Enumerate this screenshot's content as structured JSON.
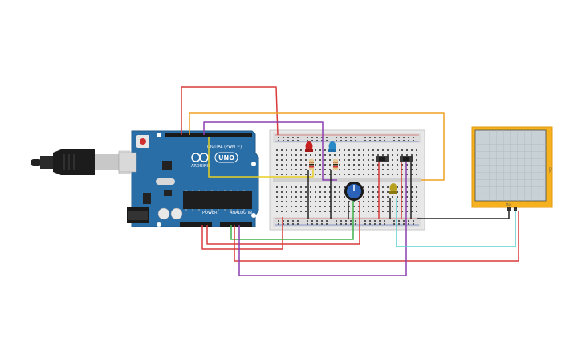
{
  "arduino": {
    "brand_label": "ARDUINO",
    "model_label": "UNO",
    "digital_label": "DIGITAL (PWM ~)",
    "power_label": "POWER",
    "analog_label": "ANALOG IN"
  },
  "oscilloscope": {
    "side_label": "Osc",
    "bottom_label": "Osc"
  },
  "colors": {
    "board": "#2a6ea8",
    "wire_red": "#d93a3a",
    "wire_orange": "#f0a020",
    "wire_purple": "#8a3fb0",
    "wire_yellow": "#e8d020",
    "wire_green": "#3fb04a",
    "wire_cyan": "#5ad0d0",
    "wire_black": "#222222",
    "scope_frame": "#f5b21e",
    "scope_screen": "#c8d2d6"
  }
}
